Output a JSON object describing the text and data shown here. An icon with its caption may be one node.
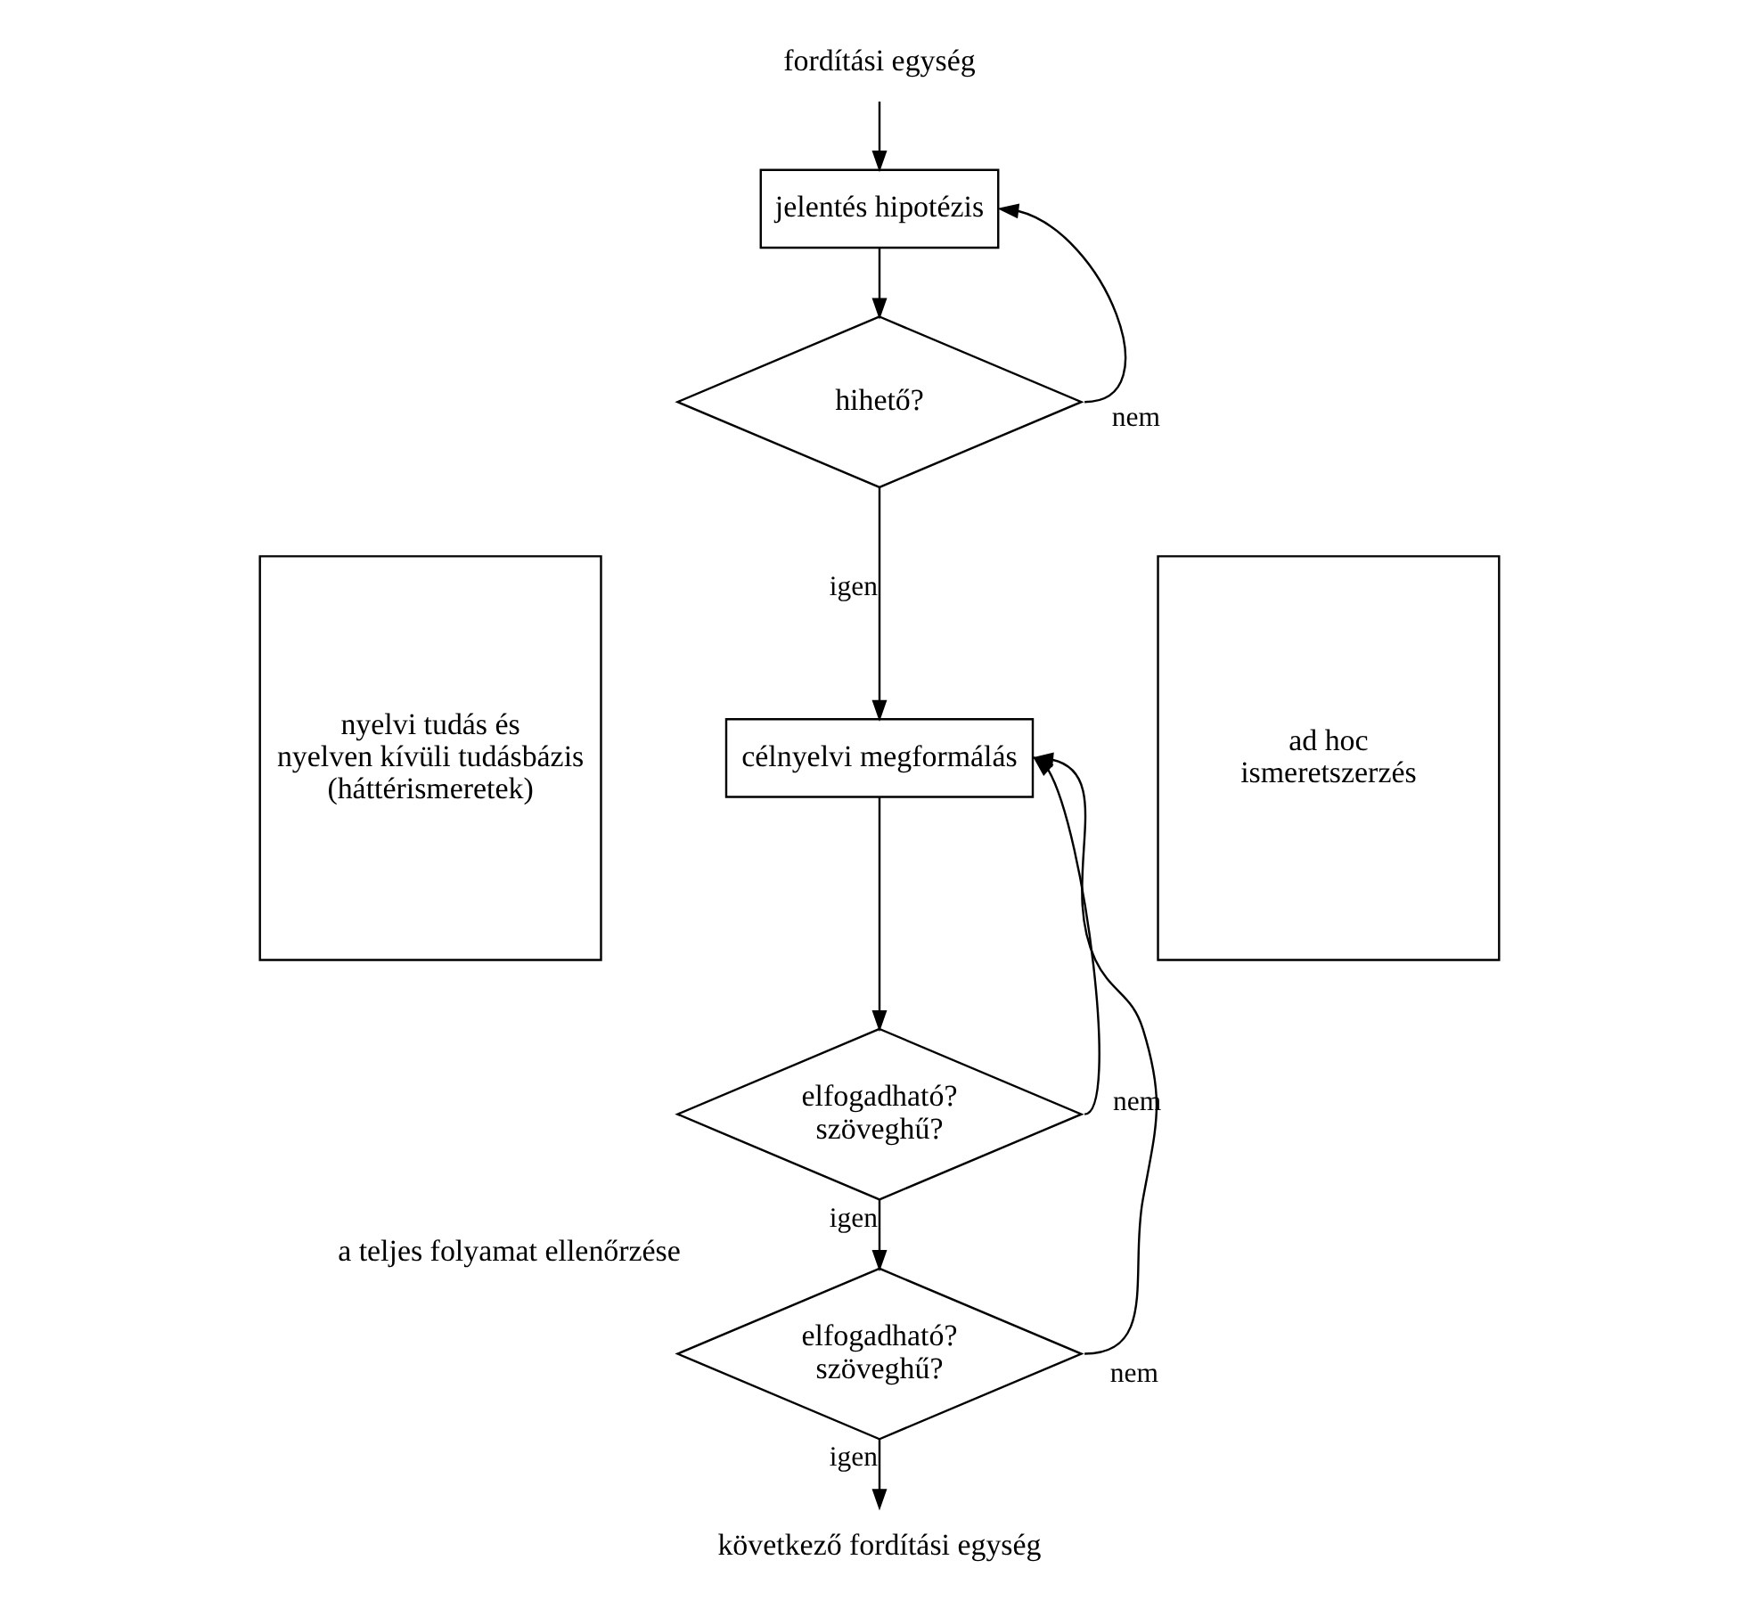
{
  "diagram": {
    "nodes": [
      {
        "text": [
          "fordítási egység"
        ]
      },
      {
        "text": [
          "jelentés hipotézis"
        ]
      },
      {
        "text": [
          "hihető?"
        ]
      },
      {
        "text": [
          "célnyelvi megformálás"
        ]
      },
      {
        "text": [
          "elfogadható? szöveghű?"
        ]
      },
      {
        "text": [
          "elfogadható? szöveghű?"
        ],
        "beside": [
          "a teljes folyamat ellenőrzése"
        ]
      },
      {
        "text": [
          "következő fordítási egység"
        ]
      },
      {
        "text": [
          "nyelvi tudás és nyelven kívüli tudásbázis (háttérismeretek)"
        ]
      },
      {
        "text": [
          "ad hoc ismeretszerzés"
        ]
      }
    ],
    "edges": [
      {
        "from": 0,
        "to": 1,
        "arrow": "to"
      },
      {
        "from": 1,
        "to": 2,
        "arrow": "to"
      },
      {
        "from": 2,
        "to": 1,
        "arrow": "to",
        "label": "nem"
      },
      {
        "from": 2,
        "to": 3,
        "arrow": "to",
        "label": "igen"
      },
      {
        "from": 3,
        "to": 4,
        "arrow": "to"
      },
      {
        "from": 4,
        "to": 3,
        "arrow": "to",
        "label": "nem"
      },
      {
        "from": 4,
        "to": 5,
        "arrow": "to",
        "label": "igen"
      },
      {
        "from": 5,
        "to": 3,
        "arrow": "to",
        "label": "nem"
      },
      {
        "from": 5,
        "to": 6,
        "arrow": "to",
        "label": "igen"
      }
    ]
  }
}
